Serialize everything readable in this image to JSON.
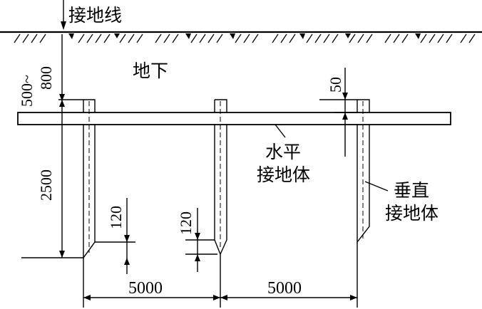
{
  "labels": {
    "ground_wire": "接地线",
    "underground": "地下",
    "horizontal_electrode_line1": "水平",
    "horizontal_electrode_line2": "接地体",
    "vertical_electrode_line1": "垂直",
    "vertical_electrode_line2": "接地体"
  },
  "dimensions": {
    "burial_depth_line1": "500~",
    "burial_depth_line2": "800",
    "rod_length": "2500",
    "top_offset": "50",
    "tip_length_left": "120",
    "tip_length_middle": "120",
    "spacing_left": "5000",
    "spacing_right": "5000"
  }
}
